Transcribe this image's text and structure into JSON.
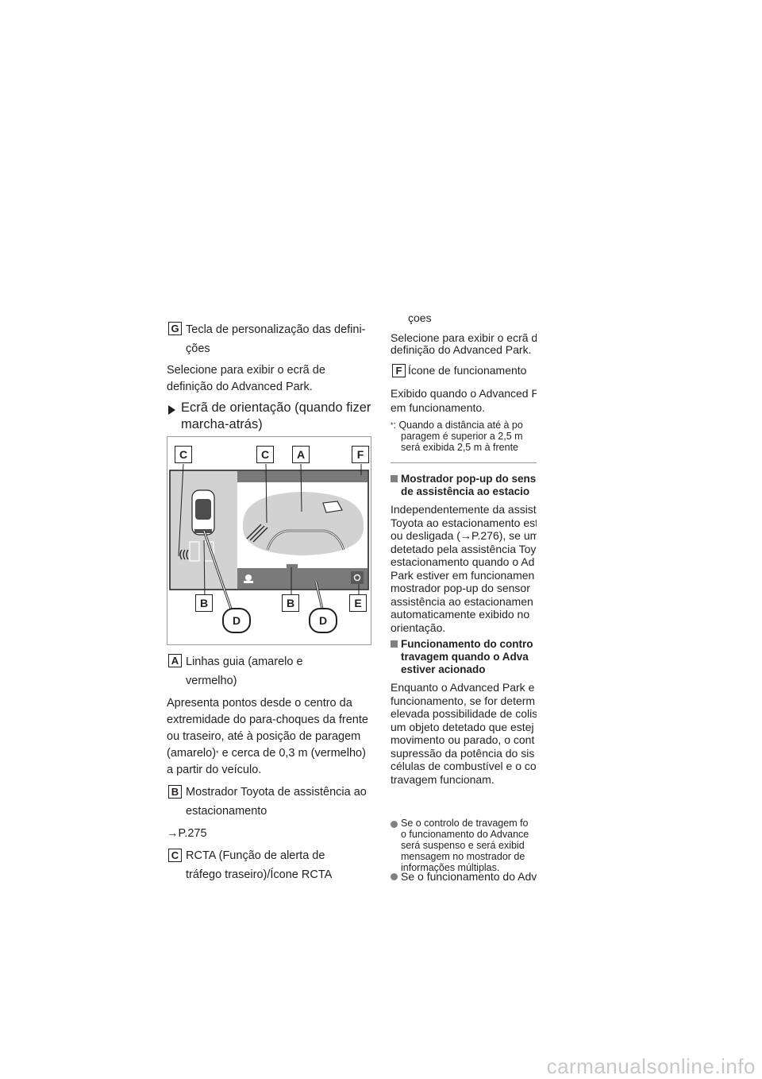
{
  "left_column": {
    "item_g": {
      "letter": "G",
      "label_line1": "Tecla de personalização das defini-",
      "label_line2": "ções"
    },
    "g_desc_line1": "Selecione para exibir o ecrã de",
    "g_desc_line2": "definição do Advanced Park.",
    "section_heading_line1": "Ecrã de orientação (quando fizer",
    "section_heading_line2": "marcha-atrás)",
    "item_a": {
      "letter": "A",
      "label_line1": "Linhas guia (amarelo e",
      "label_line2": "vermelho)"
    },
    "a_desc_line1": "Apresenta pontos desde o centro da",
    "a_desc_line2": "extremidade do para-choques da frente",
    "a_desc_line3": "ou traseiro, até à posição de paragem",
    "a_desc_line4a": "(amarelo)",
    "a_desc_sup": "*",
    "a_desc_line4b": " e cerca de 0,3 m (vermelho)",
    "a_desc_line5": "a partir do veículo.",
    "item_b": {
      "letter": "B",
      "label_line1": "Mostrador Toyota de assistência ao",
      "label_line2": "estacionamento"
    },
    "b_ref": "→P.275",
    "item_c": {
      "letter": "C",
      "label_line1": "RCTA (Função de alerta de",
      "label_line2": "tráfego traseiro)/Ícone RCTA"
    }
  },
  "figure": {
    "callouts_top": [
      "C",
      "C",
      "A",
      "F"
    ],
    "callouts_bottom": [
      "B",
      "B",
      "E"
    ],
    "callouts_d": [
      "D",
      "D"
    ]
  },
  "right_column": {
    "cont_line": "çoes",
    "l1": "Selecione para exibir o ecrã d",
    "l2": "definição do Advanced Park.",
    "item_f_letter": "F",
    "item_f_label": "Ícone de funcionamento",
    "l3": "Exibido quando o Advanced P",
    "l4": "em funcionamento.",
    "footnote_mark": "*",
    "fn1": ": Quando a distância até à po",
    "fn2": "paragem é superior a 2,5 m",
    "fn3": "será exibida 2,5 m à frente",
    "h1a": "Mostrador pop-up do sens",
    "h1b": "de assistência ao estacio",
    "p1": [
      "Independentemente da assist",
      "Toyota ao estacionamento est",
      "ou desligada (→P.276), se um",
      "detetado pela assistência Toy",
      "estacionamento quando o Ad",
      "Park estiver em funcionamen",
      "mostrador pop-up do sensor",
      "assistência ao estacionamen",
      "automaticamente exibido no",
      "orientação."
    ],
    "h2a": "Funcionamento do contro",
    "h2b": "travagem quando o Adva",
    "h2c": "estiver acionado",
    "p2": [
      "Enquanto o Advanced Park e",
      "funcionamento, se for determ",
      "elevada possibilidade de colis",
      "um objeto detetado que estej",
      "movimento ou parado, o cont",
      "supressão da potência do sis",
      "células de combustível e o co",
      "travagem funcionam."
    ],
    "b1": [
      "Se o controlo de travagem fo",
      "o funcionamento do Advance",
      "será suspenso e será exibid",
      "mensagem no mostrador de",
      "informações múltiplas."
    ],
    "b2": "Se o funcionamento do Adv"
  },
  "watermark": "carmanualsonline.info"
}
